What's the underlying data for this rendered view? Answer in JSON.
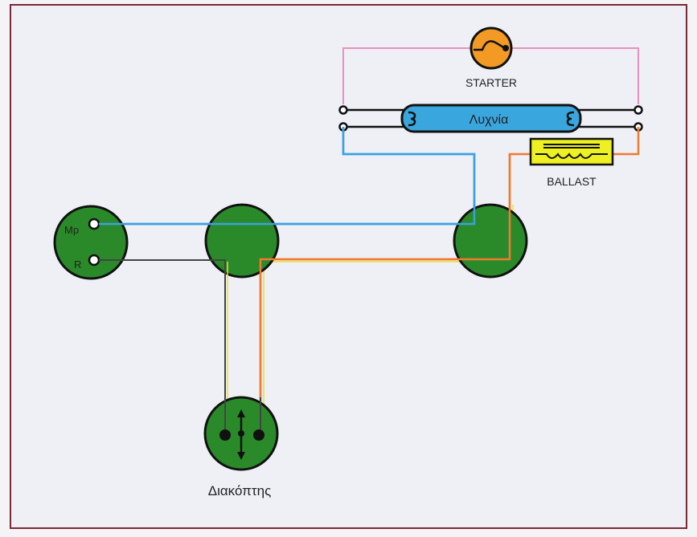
{
  "diagram": {
    "title": "Fluorescent lamp wiring diagram",
    "components": {
      "starter": {
        "label": "STARTER",
        "color": "#f39a24"
      },
      "lamp": {
        "label": "Λυχνία",
        "color": "#3aa6de"
      },
      "ballast": {
        "label": "BALLAST",
        "color": "#eef021"
      },
      "switch": {
        "label": "Διακόπτης"
      },
      "supply_box": {
        "terminals": [
          "Mp",
          "R"
        ]
      },
      "junction_boxes": 2
    },
    "box_color": "#2a8a2a",
    "wire_colors": {
      "neutral": "#3aa0e0",
      "phase": "#333333",
      "switched_phase": "#f07a30",
      "starter_link": "#e890c0",
      "earth_tint": "#e8e030"
    },
    "frame_color": "#7a2a36"
  }
}
